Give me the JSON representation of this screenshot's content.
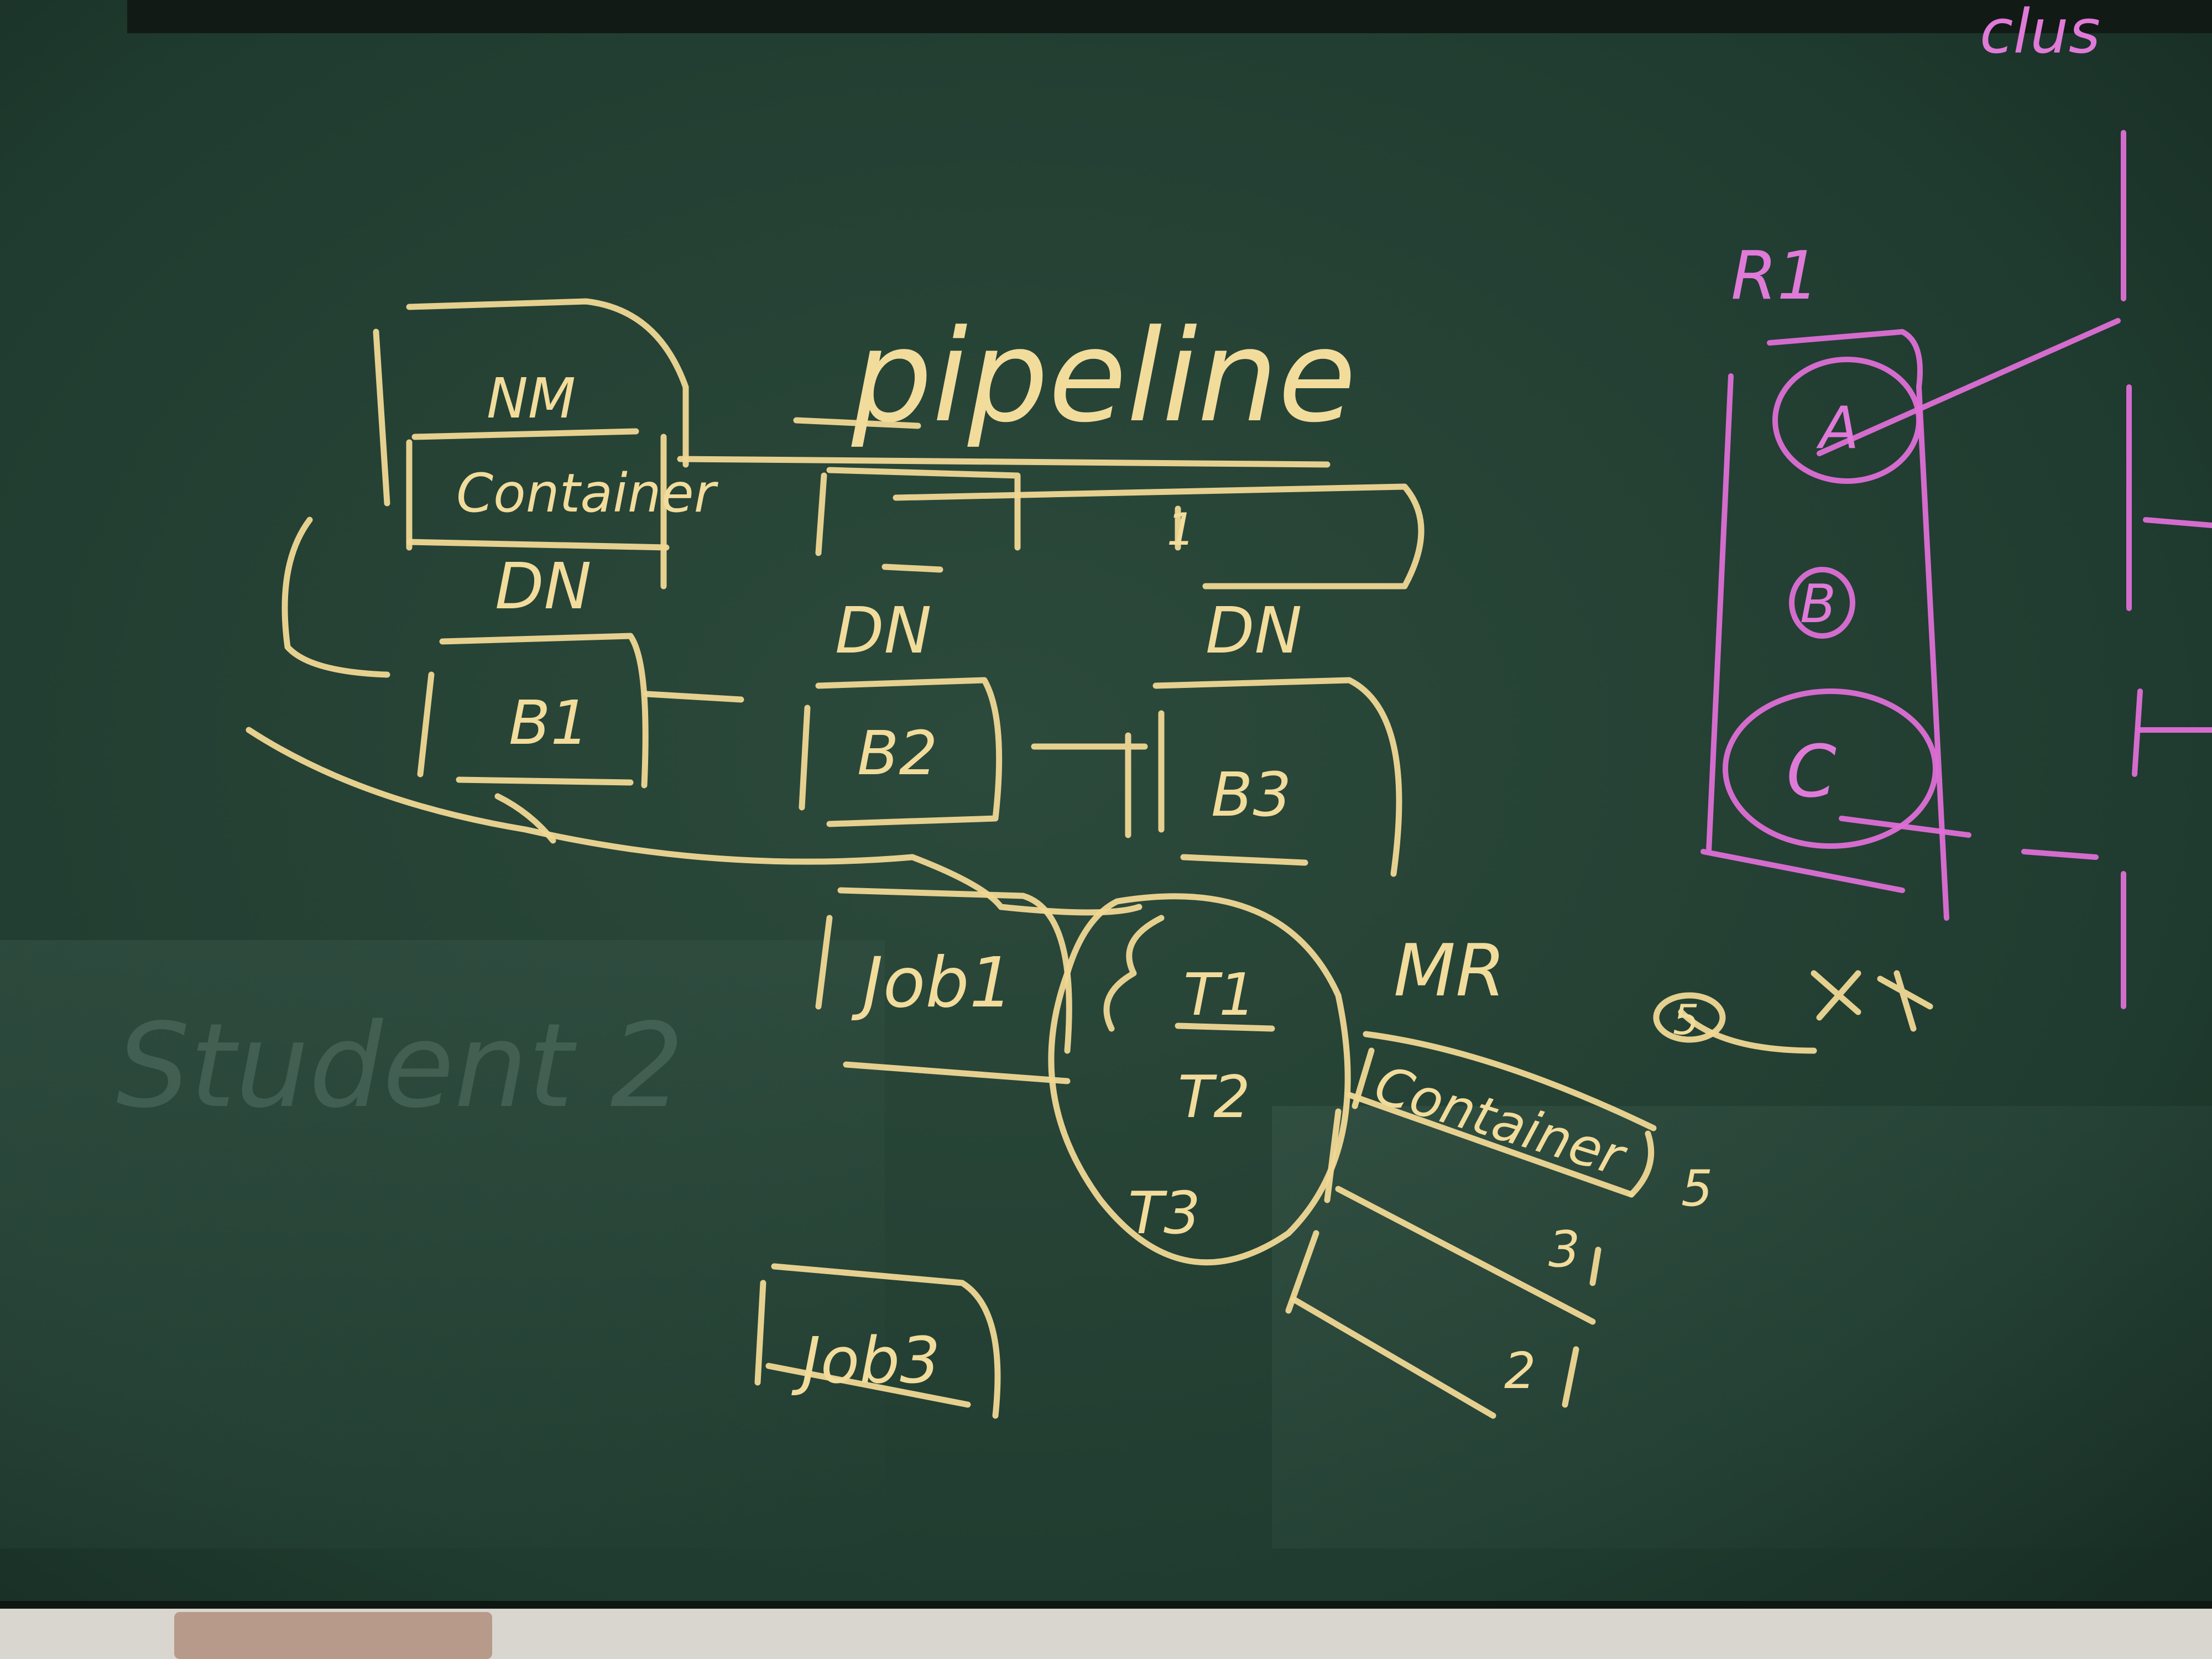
{
  "board": {
    "title": "pipeline",
    "corner_text": "clus",
    "ghost_text": "Student 2"
  },
  "nodes": {
    "nm": "NM",
    "container": "Container",
    "dn1": "DN",
    "dn2": "DN",
    "dn3": "DN",
    "b1": "B1",
    "b2": "B2",
    "b3": "B3",
    "pipe_label": "1"
  },
  "jobs": {
    "job1": "Job1",
    "job3": "Job3"
  },
  "mapreduce": {
    "mr": "MR",
    "tasks": [
      "T1",
      "T2",
      "T3"
    ],
    "container_row": "Container",
    "row_numbers": [
      "5",
      "3",
      "2"
    ]
  },
  "scheduler": {
    "rack": "R1",
    "queues": [
      "A",
      "B",
      "C"
    ],
    "step": "5"
  },
  "colors": {
    "board": "#1f3a2e",
    "chalk_yellow": "#f0d895",
    "chalk_pink": "#de6fd6"
  }
}
